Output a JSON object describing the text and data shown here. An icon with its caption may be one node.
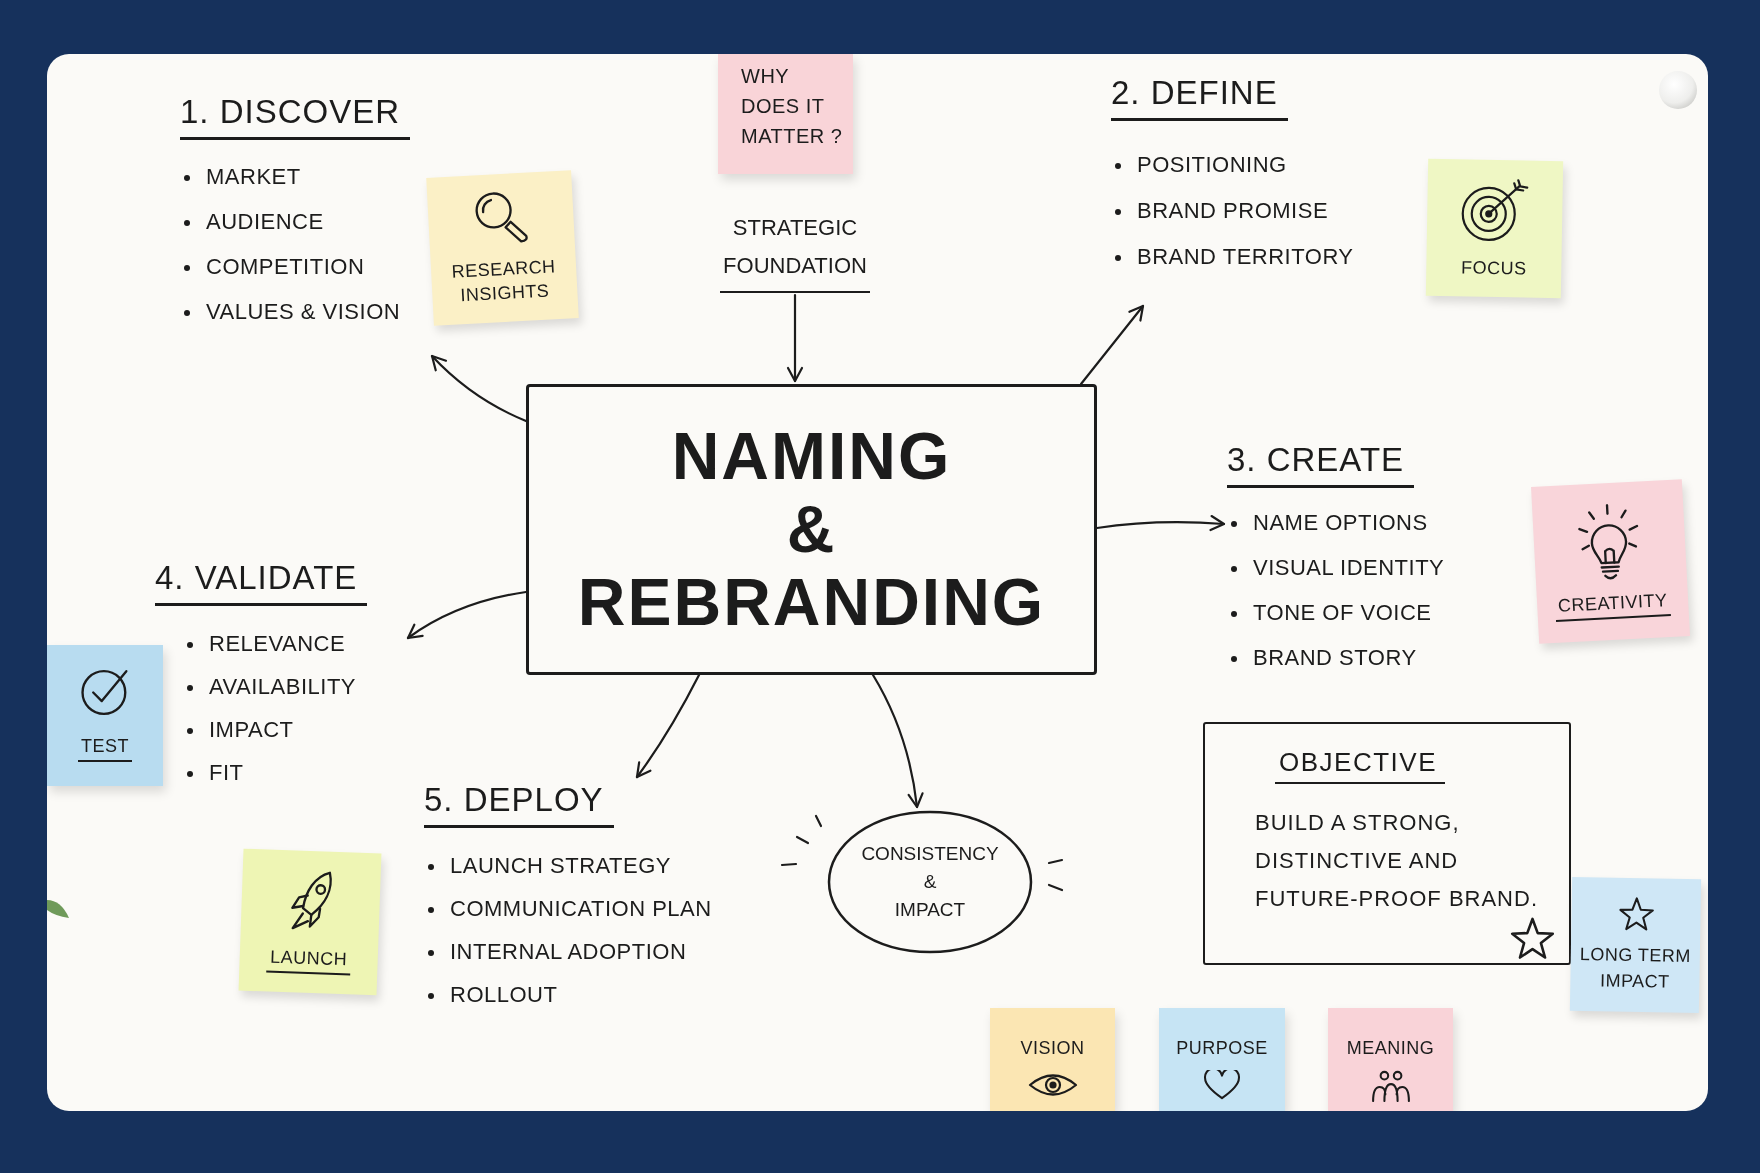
{
  "diagram": {
    "nodes": [
      {
        "text": [
          "1. DISCOVER",
          "MARKET",
          "AUDIENCE",
          "COMPETITION",
          "VALUES & VISION"
        ]
      },
      {
        "text": [
          "RESEARCH INSIGHTS"
        ]
      },
      {
        "text": [
          "WHY DOES IT MATTER ?"
        ]
      },
      {
        "text": [
          "STRATEGIC FOUNDATION"
        ]
      },
      {
        "text": [
          "2. DEFINE",
          "POSITIONING",
          "BRAND PROMISE",
          "BRAND TERRITORY"
        ]
      },
      {
        "text": [
          "FOCUS"
        ]
      },
      {
        "text": [
          "NAMING & REBRANDING"
        ]
      },
      {
        "text": [
          "3. CREATE",
          "NAME OPTIONS",
          "VISUAL IDENTITY",
          "TONE OF VOICE",
          "BRAND STORY"
        ]
      },
      {
        "text": [
          "CREATIVITY"
        ]
      },
      {
        "text": [
          "4. VALIDATE",
          "RELEVANCE",
          "AVAILABILITY",
          "IMPACT",
          "FIT"
        ]
      },
      {
        "text": [
          "TEST"
        ]
      },
      {
        "text": [
          "5. DEPLOY",
          "LAUNCH STRATEGY",
          "COMMUNICATION PLAN",
          "INTERNAL ADOPTION",
          "ROLLOUT"
        ]
      },
      {
        "text": [
          "LAUNCH"
        ]
      },
      {
        "text": [
          "CONSISTENCY & IMPACT"
        ]
      },
      {
        "text": [
          "OBJECTIVE",
          "BUILD A STRONG, DISTINCTIVE AND FUTURE-PROOF BRAND."
        ]
      },
      {
        "text": [
          "LONG TERM IMPACT"
        ]
      },
      {
        "text": [
          "VISION"
        ]
      },
      {
        "text": [
          "PURPOSE"
        ]
      },
      {
        "text": [
          "MEANING"
        ]
      }
    ],
    "edges": [
      {
        "from": 3,
        "to": 6,
        "arrow": "to"
      },
      {
        "from": 6,
        "to": 0,
        "arrow": "to"
      },
      {
        "from": 6,
        "to": 4,
        "arrow": "to"
      },
      {
        "from": 6,
        "to": 7,
        "arrow": "to"
      },
      {
        "from": 6,
        "to": 9,
        "arrow": "to"
      },
      {
        "from": 6,
        "to": 11,
        "arrow": "to"
      },
      {
        "from": 6,
        "to": 13,
        "arrow": "to"
      }
    ]
  }
}
